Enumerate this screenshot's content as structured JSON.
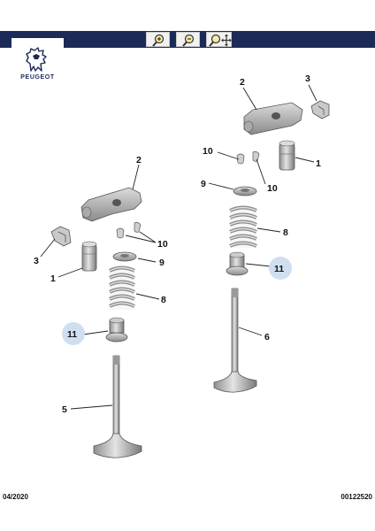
{
  "toolbar": {
    "buttons": [
      {
        "icon": "zoom-in-icon"
      },
      {
        "icon": "zoom-out-icon"
      },
      {
        "icon": "zoom-pan-icon"
      }
    ],
    "bg_color": "#1b2a57"
  },
  "brand": {
    "name": "PEUGEOT"
  },
  "diagram": {
    "callouts": {
      "left_2": "2",
      "left_3": "3",
      "left_1": "1",
      "left_10": "10",
      "left_9": "9",
      "left_8": "8",
      "left_11": "11",
      "left_5": "5",
      "right_2": "2",
      "right_3": "3",
      "right_1": "1",
      "right_10a": "10",
      "right_10b": "10",
      "right_9": "9",
      "right_8": "8",
      "right_11": "11",
      "right_6": "6"
    },
    "highlight_color": "#cfdff0"
  },
  "footer": {
    "date": "04/2020",
    "ref": "00122520"
  }
}
